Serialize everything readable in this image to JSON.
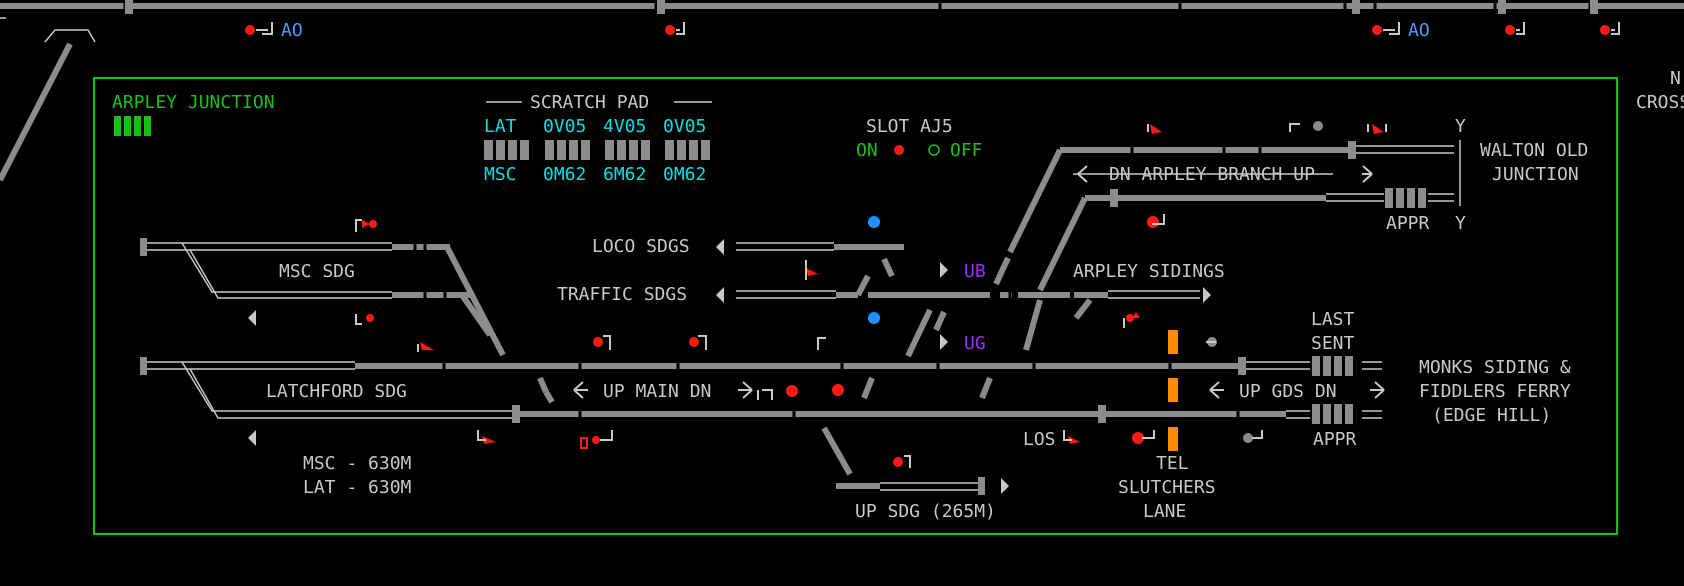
{
  "panel": {
    "title": "ARPLEY JUNCTION",
    "border_color": "#18c018"
  },
  "scratch_pad": {
    "title": "SCRATCH PAD",
    "row1_label": "LAT",
    "row1_values": [
      "0V05",
      "4V05",
      "0V05"
    ],
    "row3_label": "MSC",
    "row3_values": [
      "0M62",
      "6M62",
      "0M62"
    ]
  },
  "slot": {
    "title": "SLOT AJ5",
    "on_label": "ON",
    "off_label": "OFF"
  },
  "locations": {
    "walton_old_1": "WALTON OLD",
    "walton_old_2": "JUNCTION",
    "dn_arpley_branch_up": "DN ARPLEY BRANCH UP",
    "appr_top": "APPR",
    "y_top": "Y",
    "y_bottom": "Y",
    "msc_sdg": "MSC SDG",
    "loco_sdgs": "LOCO SDGS",
    "traffic_sdgs": "TRAFFIC SDGS",
    "ub": "UB",
    "ug": "UG",
    "arpley_sidings": "ARPLEY SIDINGS",
    "last": "LAST",
    "sent": "SENT",
    "latchford_sdg": "LATCHFORD SDG",
    "up_main_dn": "UP MAIN DN",
    "up_gds_dn": "UP GDS DN",
    "monks_1": "MONKS SIDING &",
    "monks_2": "FIDDLERS FERRY",
    "monks_3": "(EDGE HILL)",
    "appr_bottom": "APPR",
    "los": "LOS",
    "tel": "TEL",
    "slutchers_1": "SLUTCHERS",
    "slutchers_2": "LANE",
    "msc_len": "MSC - 630M",
    "lat_len": "LAT - 630M",
    "up_sdg": "UP SDG (265M)",
    "ao_1": "AO",
    "ao_2": "AO",
    "edge_n": "N",
    "edge_cross": "CROSS"
  },
  "colors": {
    "track": "#8c8c8c",
    "text": "#c8c8c8",
    "signal_red": "#ff1a1a",
    "indicator_blue": "#1e90ff",
    "track_occupied": "#ff8c00"
  }
}
